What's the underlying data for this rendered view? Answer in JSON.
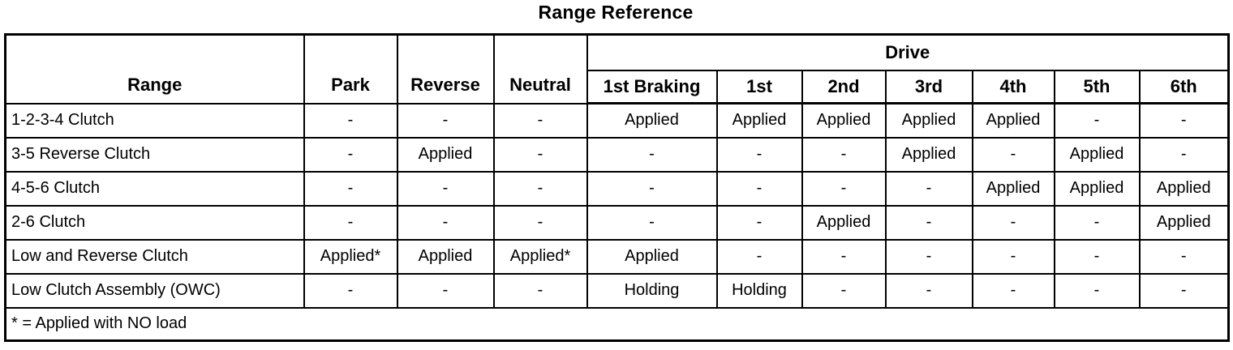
{
  "title": "Range Reference",
  "colors": {
    "border": "#000000",
    "background": "#ffffff",
    "text": "#000000"
  },
  "table": {
    "drive_header": "Drive",
    "columns": [
      "Range",
      "Park",
      "Reverse",
      "Neutral",
      "1st Braking",
      "1st",
      "2nd",
      "3rd",
      "4th",
      "5th",
      "6th"
    ],
    "rows": [
      {
        "name": "1-2-3-4 Clutch",
        "values": [
          "-",
          "-",
          "-",
          "Applied",
          "Applied",
          "Applied",
          "Applied",
          "Applied",
          "-",
          "-"
        ]
      },
      {
        "name": "3-5 Reverse Clutch",
        "values": [
          "-",
          "Applied",
          "-",
          "-",
          "-",
          "-",
          "Applied",
          "-",
          "Applied",
          "-"
        ]
      },
      {
        "name": "4-5-6 Clutch",
        "values": [
          "-",
          "-",
          "-",
          "-",
          "-",
          "-",
          "-",
          "Applied",
          "Applied",
          "Applied"
        ]
      },
      {
        "name": "2-6 Clutch",
        "values": [
          "-",
          "-",
          "-",
          "-",
          "-",
          "Applied",
          "-",
          "-",
          "-",
          "Applied"
        ]
      },
      {
        "name": "Low and Reverse Clutch",
        "values": [
          "Applied*",
          "Applied",
          "Applied*",
          "Applied",
          "-",
          "-",
          "-",
          "-",
          "-",
          "-"
        ]
      },
      {
        "name": "Low Clutch Assembly (OWC)",
        "values": [
          "-",
          "-",
          "-",
          "Holding",
          "Holding",
          "-",
          "-",
          "-",
          "-",
          "-"
        ]
      }
    ],
    "footnote": "* = Applied with NO load"
  }
}
